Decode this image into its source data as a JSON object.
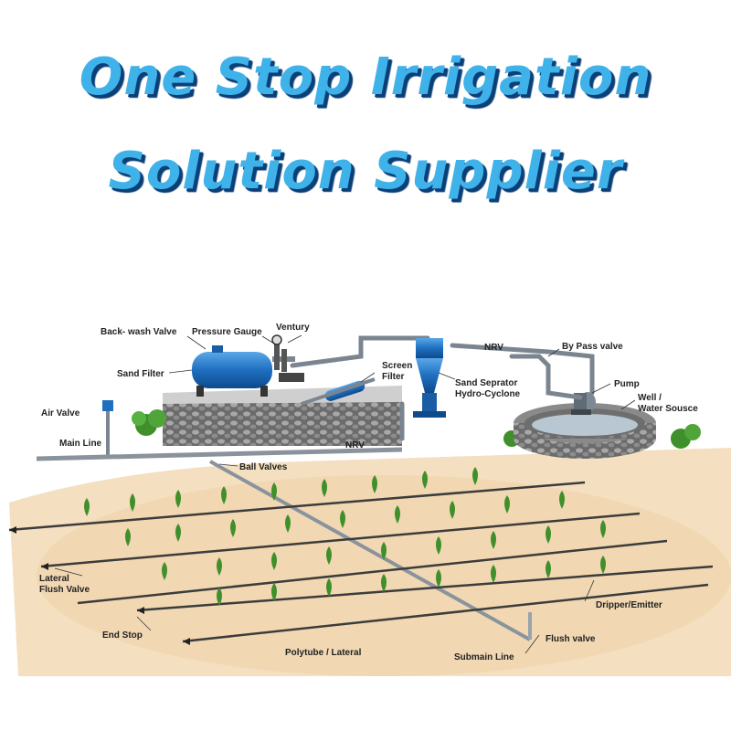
{
  "title": {
    "line1": "One Stop Irrigation",
    "line2": "Solution Supplier"
  },
  "labels": {
    "backwash_valve": "Back- wash Valve",
    "pressure_gauge": "Pressure Gauge",
    "ventury": "Ventury",
    "sand_filter": "Sand Filter",
    "screen_filter_1": "Screen",
    "screen_filter_2": "Filter",
    "sand_separator_1": "Sand Seprator",
    "sand_separator_2": "Hydro-Cyclone",
    "nrv_top": "NRV",
    "bypass_valve": "By Pass valve",
    "pump": "Pump",
    "well_1": "Well /",
    "well_2": "Water Sousce",
    "air_valve": "Air Valve",
    "main_line": "Main Line",
    "nrv_main": "NRV",
    "ball_valves": "Ball Valves",
    "lateral_flush_1": "Lateral",
    "lateral_flush_2": "Flush Valve",
    "end_stop": "End Stop",
    "polytube": "Polytube / Lateral",
    "submain": "Submain Line",
    "flush_valve": "Flush valve",
    "dripper": "Dripper/Emitter"
  },
  "colors": {
    "title": "#3fb2ea",
    "title_shadow": "#0b3f77",
    "filter_tank": "#1f6fc0",
    "pipe": "#6d7884",
    "soil": "#f3ddbc",
    "plant": "#3f8f2a"
  }
}
